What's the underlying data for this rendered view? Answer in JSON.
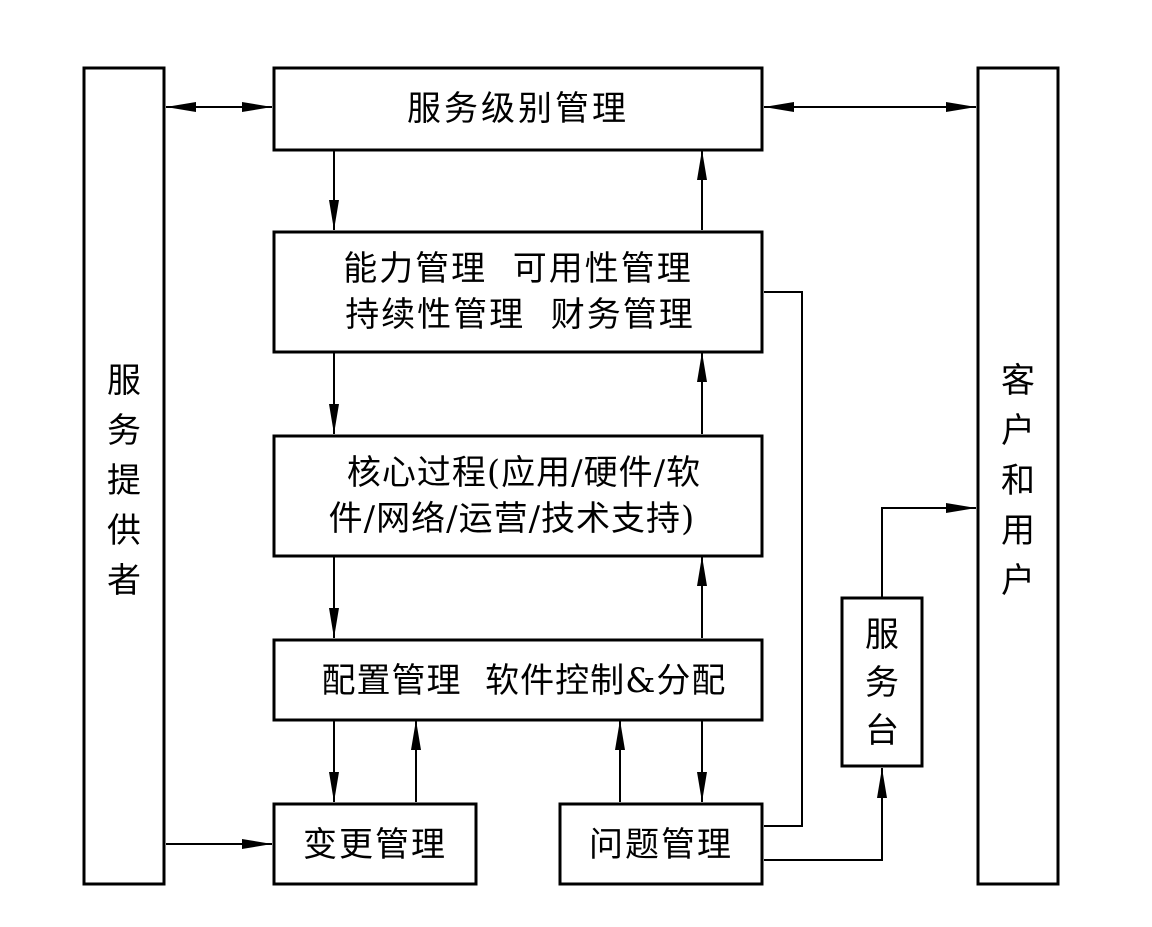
{
  "nodes": {
    "service_provider": "服务提供者",
    "customers_users": "客户和用户",
    "service_level_mgmt": "服务级别管理",
    "capacity_line1": "能力管理  可用性管理",
    "capacity_line2": "持续性管理  财务管理",
    "core_line1": "核心过程(应用/硬件/软",
    "core_line2": "件/网络/运营/技术支持)",
    "config_mgmt": "配置管理  软件控制&分配",
    "change_mgmt": "变更管理",
    "problem_mgmt": "问题管理",
    "service_desk": "服务台"
  }
}
